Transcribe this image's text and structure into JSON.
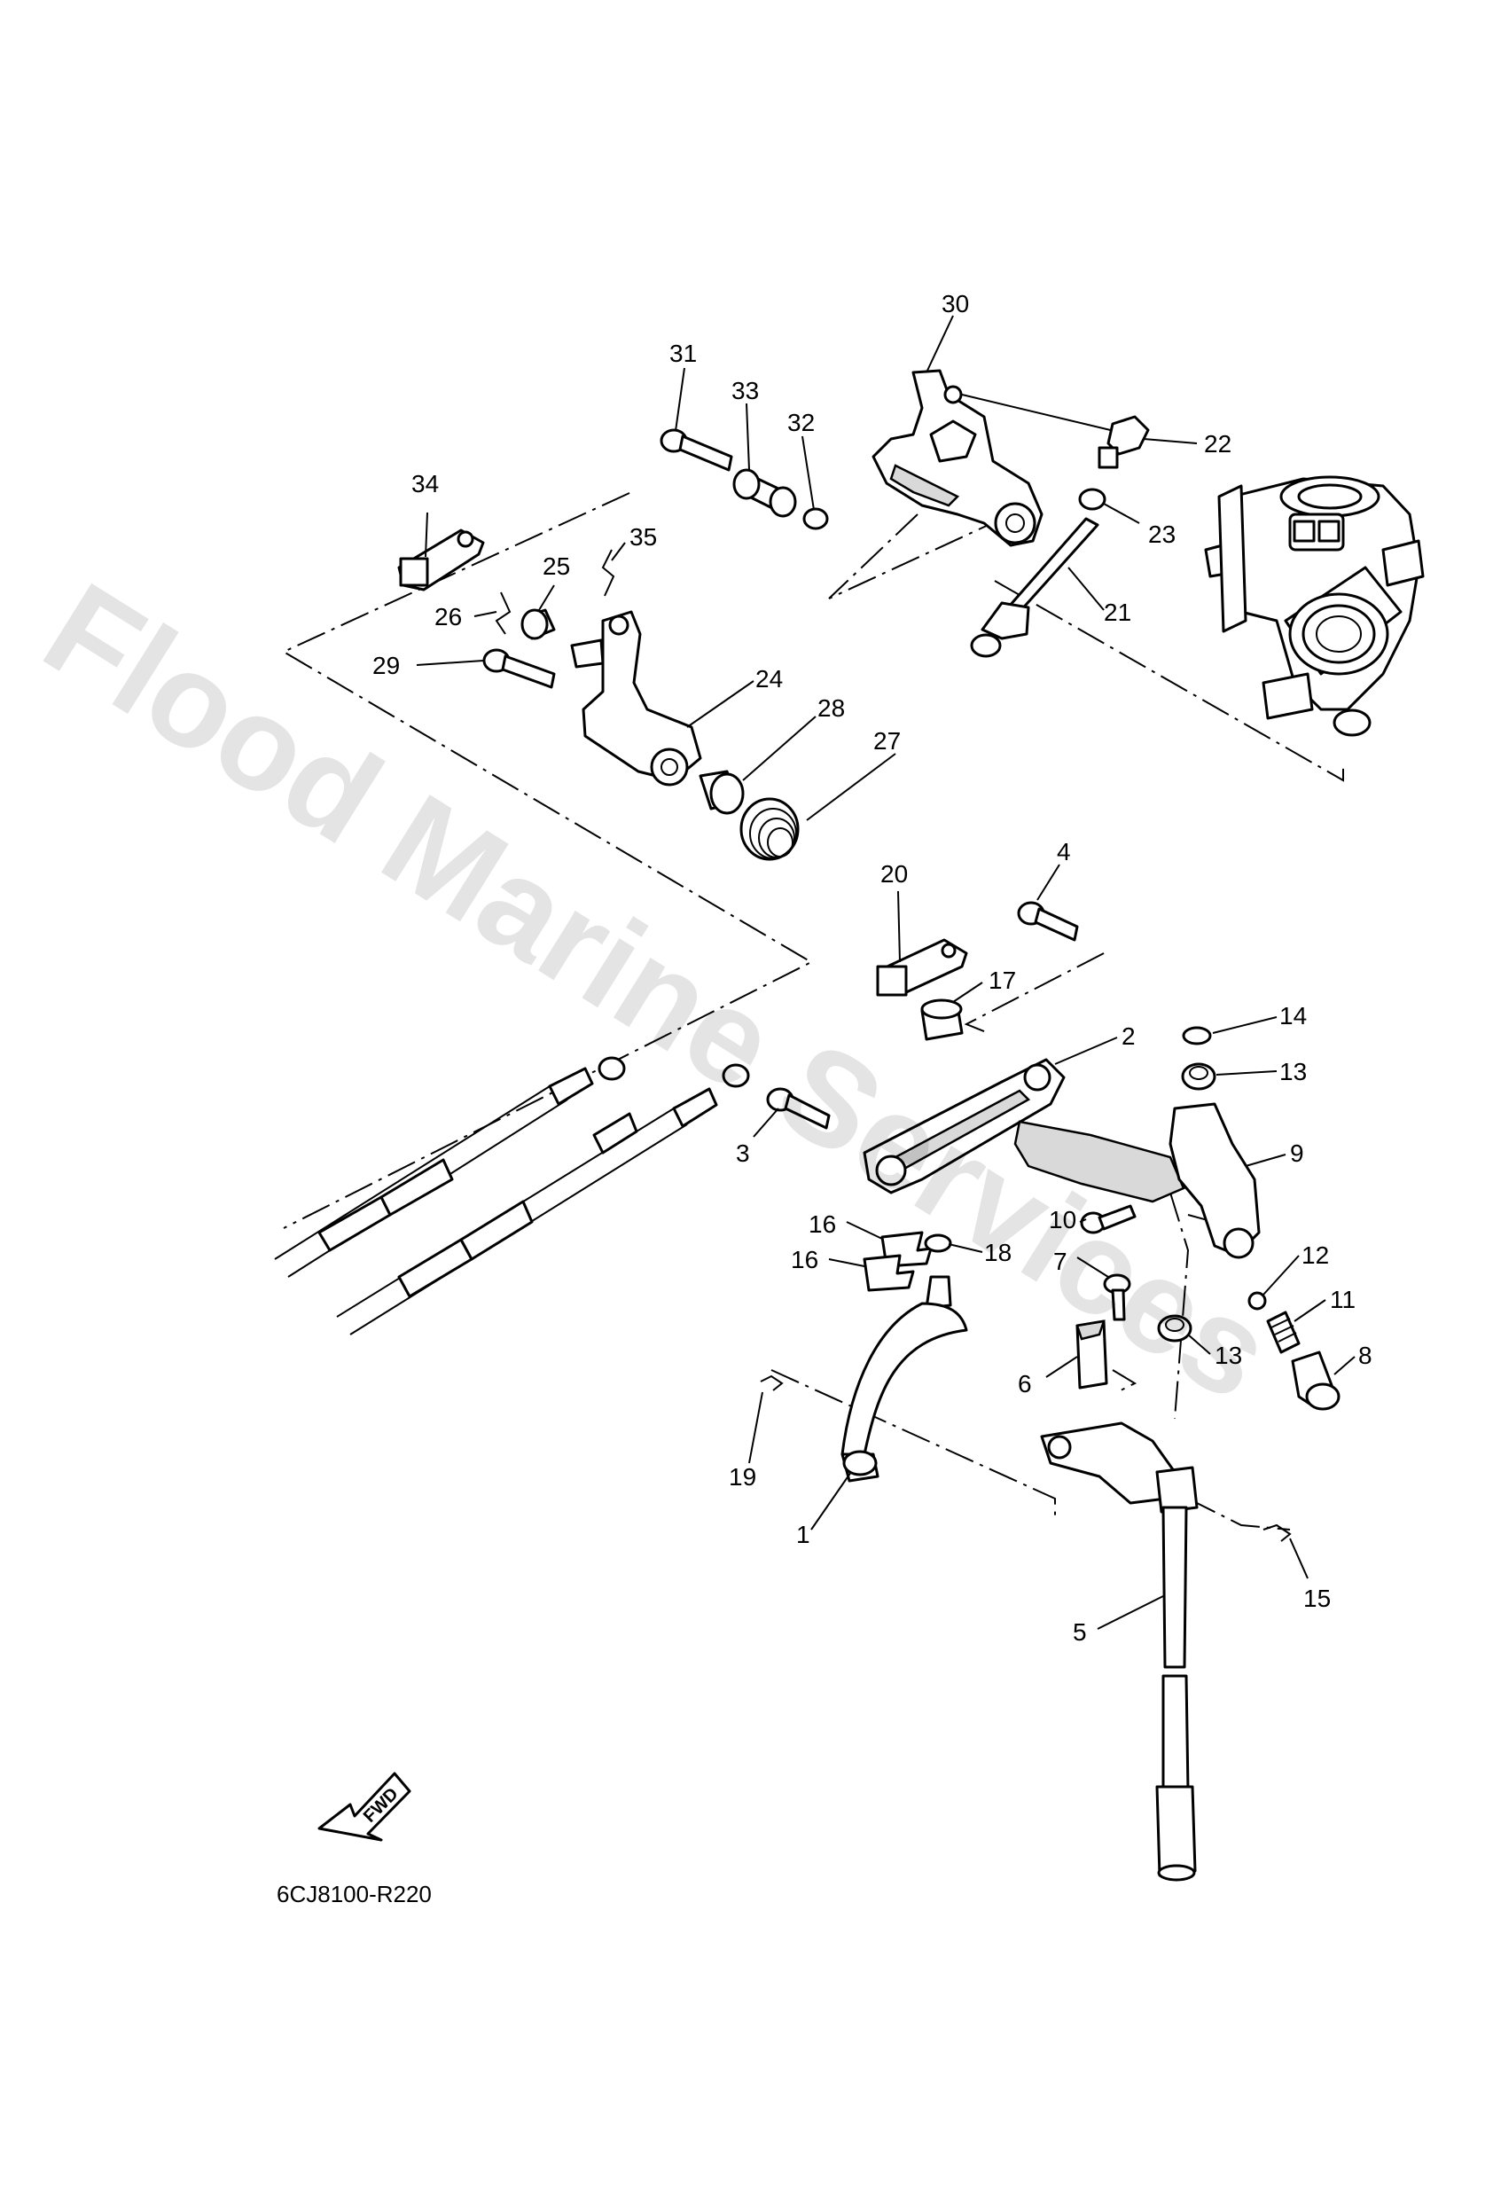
{
  "diagram_code": "6CJ8100-R220",
  "fwd_label": "FWD",
  "watermark": "Flood Marine Services",
  "callouts": [
    {
      "id": "1",
      "text": "1"
    },
    {
      "id": "2",
      "text": "2"
    },
    {
      "id": "3",
      "text": "3"
    },
    {
      "id": "4",
      "text": "4"
    },
    {
      "id": "5",
      "text": "5"
    },
    {
      "id": "6",
      "text": "6"
    },
    {
      "id": "7",
      "text": "7"
    },
    {
      "id": "8",
      "text": "8"
    },
    {
      "id": "9",
      "text": "9"
    },
    {
      "id": "10",
      "text": "10"
    },
    {
      "id": "11",
      "text": "11"
    },
    {
      "id": "12",
      "text": "12"
    },
    {
      "id": "13a",
      "text": "13"
    },
    {
      "id": "13b",
      "text": "13"
    },
    {
      "id": "14",
      "text": "14"
    },
    {
      "id": "15",
      "text": "15"
    },
    {
      "id": "16a",
      "text": "16"
    },
    {
      "id": "16b",
      "text": "16"
    },
    {
      "id": "17",
      "text": "17"
    },
    {
      "id": "18",
      "text": "18"
    },
    {
      "id": "19",
      "text": "19"
    },
    {
      "id": "20",
      "text": "20"
    },
    {
      "id": "21",
      "text": "21"
    },
    {
      "id": "22",
      "text": "22"
    },
    {
      "id": "23",
      "text": "23"
    },
    {
      "id": "24",
      "text": "24"
    },
    {
      "id": "25",
      "text": "25"
    },
    {
      "id": "26",
      "text": "26"
    },
    {
      "id": "27",
      "text": "27"
    },
    {
      "id": "28",
      "text": "28"
    },
    {
      "id": "29",
      "text": "29"
    },
    {
      "id": "30",
      "text": "30"
    },
    {
      "id": "31",
      "text": "31"
    },
    {
      "id": "32",
      "text": "32"
    },
    {
      "id": "33",
      "text": "33"
    },
    {
      "id": "34",
      "text": "34"
    },
    {
      "id": "35",
      "text": "35"
    }
  ]
}
